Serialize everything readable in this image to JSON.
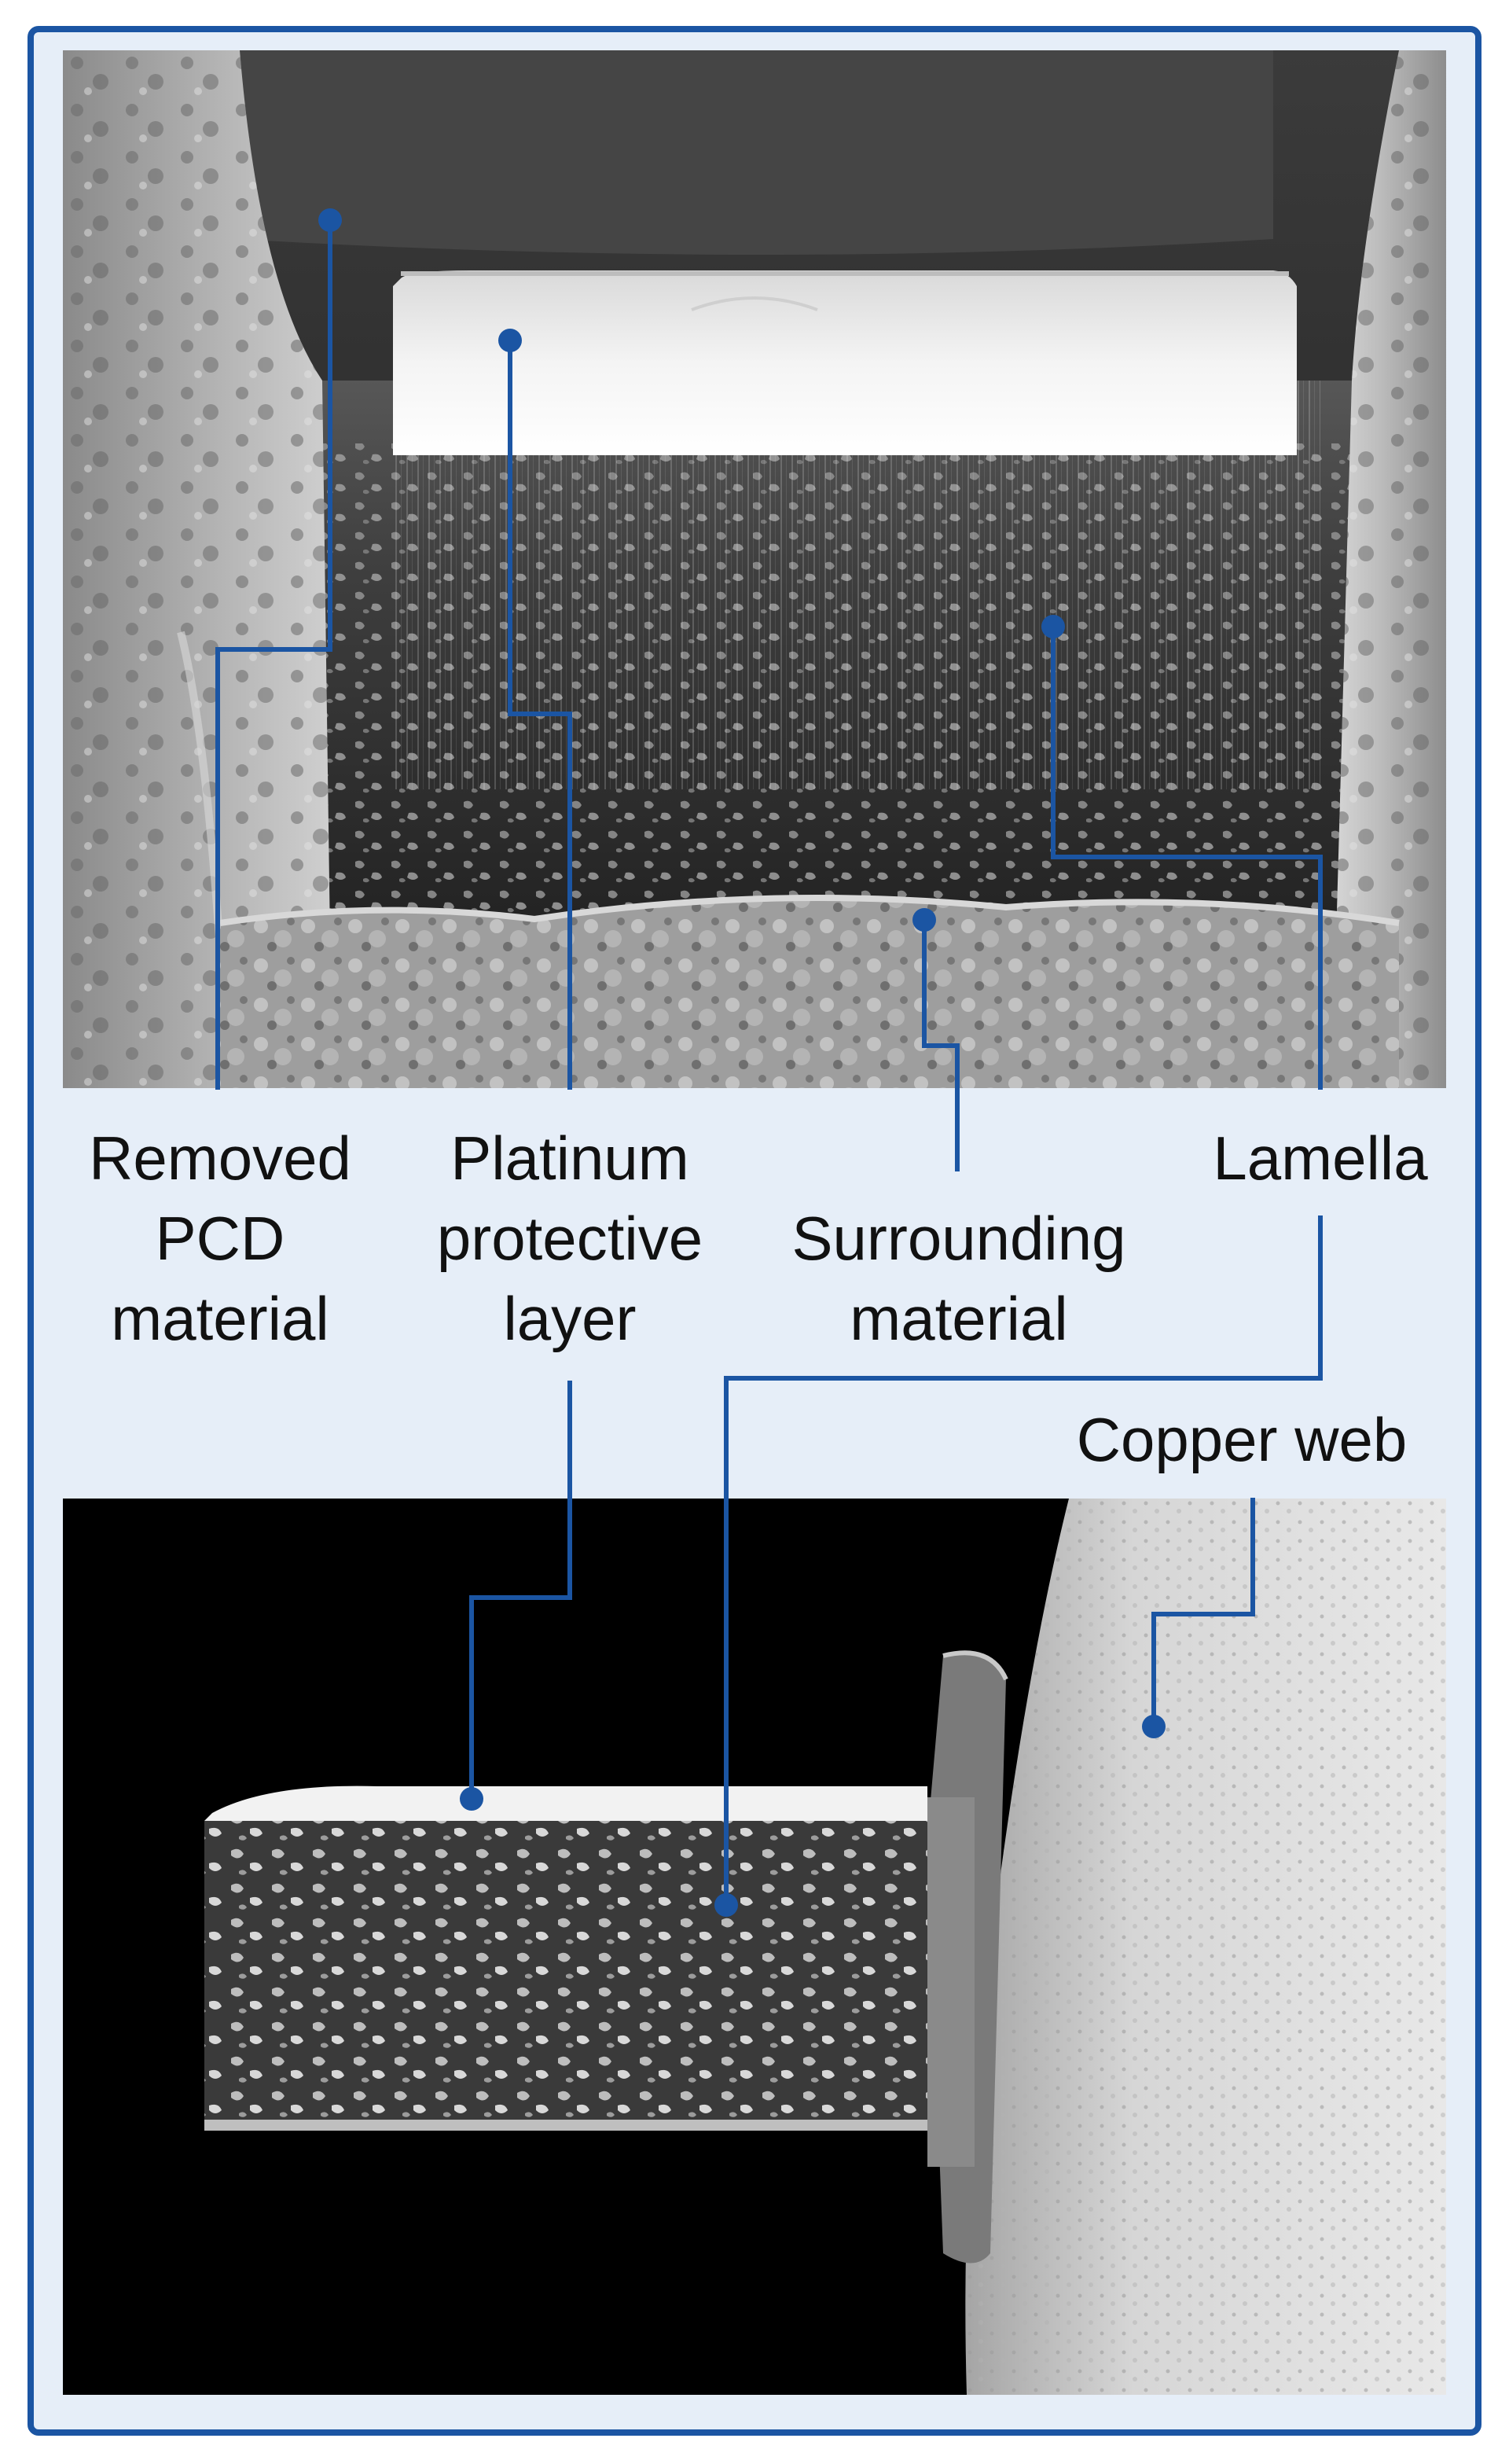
{
  "labels": {
    "removed_pcd": "Removed\nPCD\nmaterial",
    "platinum_layer": "Platinum\nprotective\nlayer",
    "surrounding": "Surrounding\nmaterial",
    "lamella": "Lamella",
    "copper_web": "Copper web"
  },
  "colors": {
    "frame": "#1b55a3",
    "panel_background": "#e6eef8",
    "leader_line": "#1b55a3",
    "label_text": "#111111"
  }
}
